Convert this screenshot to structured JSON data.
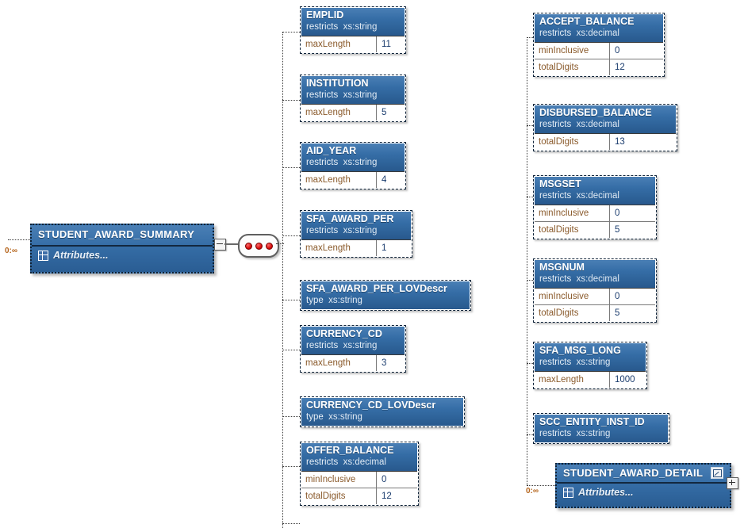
{
  "diagram": {
    "title": "STUDENT_AWARD_SUMMARY",
    "colors": {
      "header_blue": "#356da6",
      "header_blue_dark": "#28598d",
      "facet_name": "#8a5a2b",
      "facet_value": "#1a3c6e",
      "cardinality": "#b5651d",
      "sequence_dot": "#d00000",
      "line": "#3a3a3a"
    },
    "root": {
      "name": "STUDENT_AWARD_SUMMARY",
      "attributes_label": "Attributes...",
      "cardinality": "0:∞",
      "toggle": "minus"
    },
    "compositor": {
      "kind": "sequence",
      "dots": 3
    },
    "column_left": [
      {
        "name": "EMPLID",
        "type_keyword": "restricts",
        "type_value": "xs:string",
        "facets": [
          {
            "name": "maxLength",
            "value": "11"
          }
        ]
      },
      {
        "name": "INSTITUTION",
        "type_keyword": "restricts",
        "type_value": "xs:string",
        "facets": [
          {
            "name": "maxLength",
            "value": "5"
          }
        ]
      },
      {
        "name": "AID_YEAR",
        "type_keyword": "restricts",
        "type_value": "xs:string",
        "facets": [
          {
            "name": "maxLength",
            "value": "4"
          }
        ]
      },
      {
        "name": "SFA_AWARD_PER",
        "type_keyword": "restricts",
        "type_value": "xs:string",
        "facets": [
          {
            "name": "maxLength",
            "value": "1"
          }
        ]
      },
      {
        "name": "SFA_AWARD_PER_LOVDescr",
        "type_keyword": "type",
        "type_value": "xs:string",
        "facets": []
      },
      {
        "name": "CURRENCY_CD",
        "type_keyword": "restricts",
        "type_value": "xs:string",
        "facets": [
          {
            "name": "maxLength",
            "value": "3"
          }
        ]
      },
      {
        "name": "CURRENCY_CD_LOVDescr",
        "type_keyword": "type",
        "type_value": "xs:string",
        "facets": []
      },
      {
        "name": "OFFER_BALANCE",
        "type_keyword": "restricts",
        "type_value": "xs:decimal",
        "facets": [
          {
            "name": "minInclusive",
            "value": "0"
          },
          {
            "name": "totalDigits",
            "value": "12"
          }
        ]
      }
    ],
    "column_right": [
      {
        "name": "ACCEPT_BALANCE",
        "type_keyword": "restricts",
        "type_value": "xs:decimal",
        "facets": [
          {
            "name": "minInclusive",
            "value": "0"
          },
          {
            "name": "totalDigits",
            "value": "12"
          }
        ]
      },
      {
        "name": "DISBURSED_BALANCE",
        "type_keyword": "restricts",
        "type_value": "xs:decimal",
        "facets": [
          {
            "name": "totalDigits",
            "value": "13"
          }
        ]
      },
      {
        "name": "MSGSET",
        "type_keyword": "restricts",
        "type_value": "xs:decimal",
        "facets": [
          {
            "name": "minInclusive",
            "value": "0"
          },
          {
            "name": "totalDigits",
            "value": "5"
          }
        ]
      },
      {
        "name": "MSGNUM",
        "type_keyword": "restricts",
        "type_value": "xs:decimal",
        "facets": [
          {
            "name": "minInclusive",
            "value": "0"
          },
          {
            "name": "totalDigits",
            "value": "5"
          }
        ]
      },
      {
        "name": "SFA_MSG_LONG",
        "type_keyword": "restricts",
        "type_value": "xs:string",
        "facets": [
          {
            "name": "maxLength",
            "value": "1000"
          }
        ]
      },
      {
        "name": "SCC_ENTITY_INST_ID",
        "type_keyword": "restricts",
        "type_value": "xs:string",
        "facets": []
      }
    ],
    "detail_node": {
      "name": "STUDENT_AWARD_DETAIL",
      "attributes_label": "Attributes...",
      "cardinality": "0:∞",
      "toggle": "plus",
      "icon": "external-link-icon"
    }
  }
}
